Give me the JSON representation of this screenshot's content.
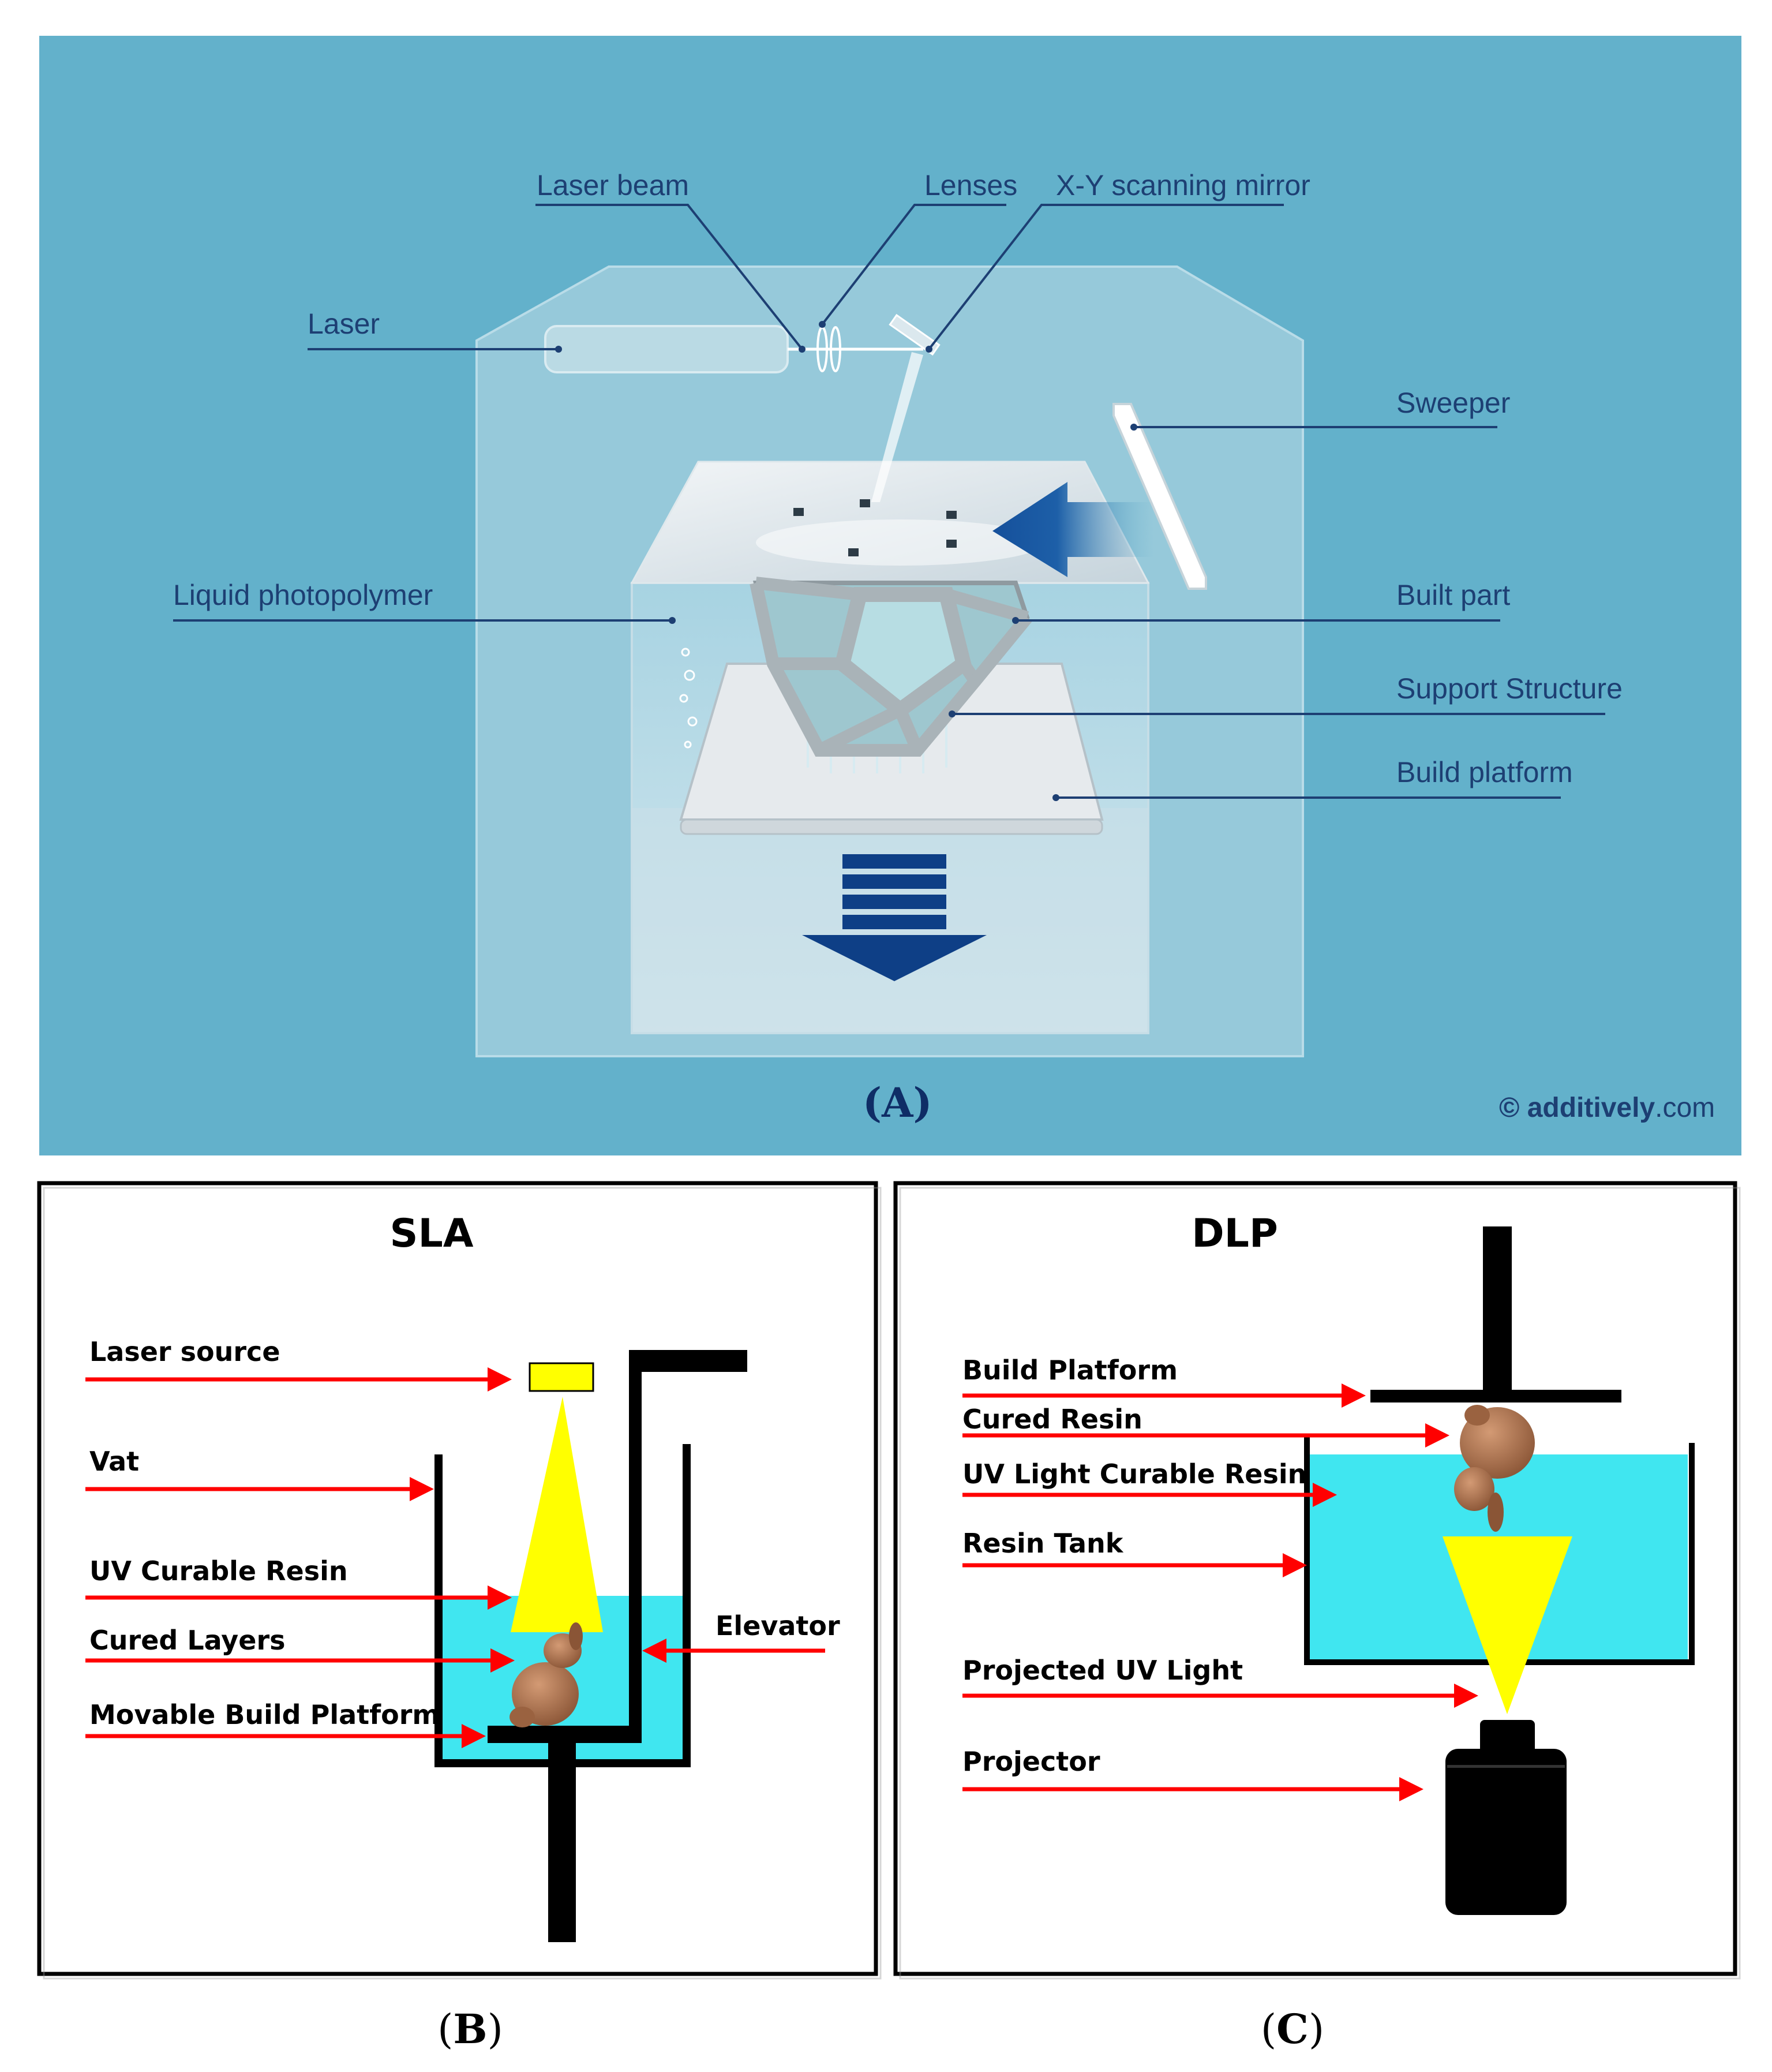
{
  "panel_a": {
    "labels": {
      "laser": "Laser",
      "laser_beam": "Laser beam",
      "lenses": "Lenses",
      "mirror": "X-Y scanning mirror",
      "sweeper": "Sweeper",
      "photopolymer": "Liquid photopolymer",
      "built_part": "Built part",
      "support": "Support Structure",
      "platform": "Build platform"
    },
    "caption_letter": "A",
    "credit_symbol": "©",
    "credit_bold": "additively",
    "credit_rest": ".com",
    "colors": {
      "background": "#63b1cb",
      "label_line": "#1d3f73",
      "arrow": "#0e3f86"
    }
  },
  "panel_b": {
    "title": "SLA",
    "labels": {
      "laser_source": "Laser source",
      "vat": "Vat",
      "uv_resin": "UV Curable Resin",
      "cured_layers": "Cured Layers",
      "platform": "Movable Build Platform",
      "elevator": "Elevator"
    },
    "caption_letter": "B",
    "colors": {
      "resin": "#40e6f0",
      "light": "#ffff00",
      "pointer": "#ff0000"
    }
  },
  "panel_c": {
    "title": "DLP",
    "labels": {
      "platform": "Build Platform",
      "cured_resin": "Cured Resin",
      "uv_resin": "UV Light Curable Resin",
      "tank": "Resin Tank",
      "projected": "Projected UV Light",
      "projector": "Projector"
    },
    "caption_letter": "C"
  }
}
